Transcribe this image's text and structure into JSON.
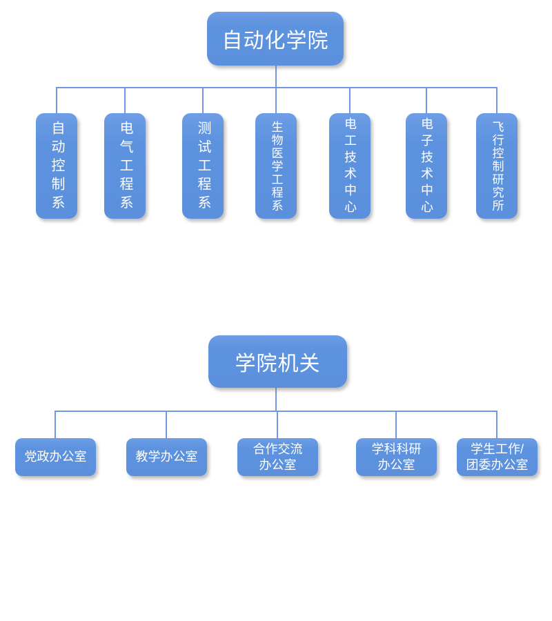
{
  "palette": {
    "node_fill": "#5d92de",
    "node_text": "#ffffff",
    "connector_line": "#7296e5",
    "background": "#ffffff"
  },
  "org_top": {
    "root": "自动化学院",
    "children": [
      {
        "label": "自动控制系"
      },
      {
        "label": "电气工程系"
      },
      {
        "label": "测试工程系"
      },
      {
        "label": "生物医学工程系"
      },
      {
        "label": "电工技术中心"
      },
      {
        "label": "电子技术中心"
      },
      {
        "label": "飞行控制研究所"
      }
    ]
  },
  "org_bottom": {
    "root": "学院机关",
    "children": [
      {
        "lines": [
          "党政办公室"
        ]
      },
      {
        "lines": [
          "教学办公室"
        ]
      },
      {
        "lines": [
          "合作交流",
          "办公室"
        ]
      },
      {
        "lines": [
          "学科科研",
          "办公室"
        ]
      },
      {
        "lines": [
          "学生工作/",
          "团委办公室"
        ]
      }
    ]
  }
}
